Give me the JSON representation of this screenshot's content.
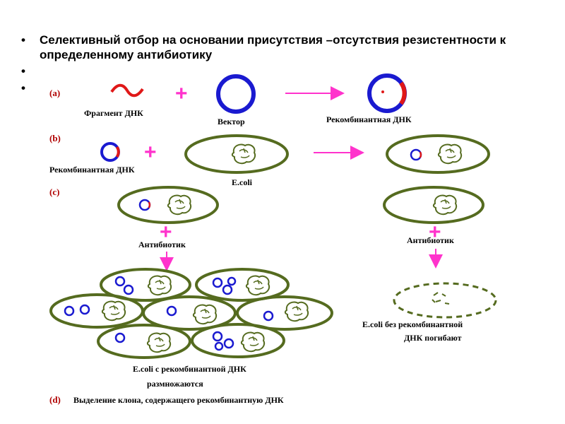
{
  "bullets": [
    "Селективный отбор на основании присутствия –отсутствия резистентности к определенному антибиотику",
    "",
    ""
  ],
  "bullet_symbol": "•",
  "panels": {
    "a": {
      "tag": "(a)",
      "fragment_label": "Фрагмент ДНК",
      "vector_label": "Вектор",
      "recombinant_label": "Рекомбинантная ДНК"
    },
    "b": {
      "tag": "(b)",
      "recombinant_label": "Рекомбинантная ДНК",
      "ecoli_label": "E.coli"
    },
    "c": {
      "tag": "(c)",
      "antibiotic_left": "Антибиотик",
      "antibiotic_right": "Антибиотик",
      "multiply_label_1": "E.coli   с рекомбинантной ДНК",
      "multiply_label_2": "размножаются",
      "die_label_1": "E.coli без рекомбинантной",
      "die_label_2": "ДНК  погибают"
    },
    "d": {
      "tag": "(d)",
      "label": "Выделение клона, содержащего рекомбинантную ДНК"
    }
  },
  "plus_symbol": "+",
  "colors": {
    "cell": "#556b1f",
    "plasmid": "#1a1ad0",
    "insert": "#e01818",
    "arrow": "#ff33cc",
    "tag": "#b00000"
  }
}
